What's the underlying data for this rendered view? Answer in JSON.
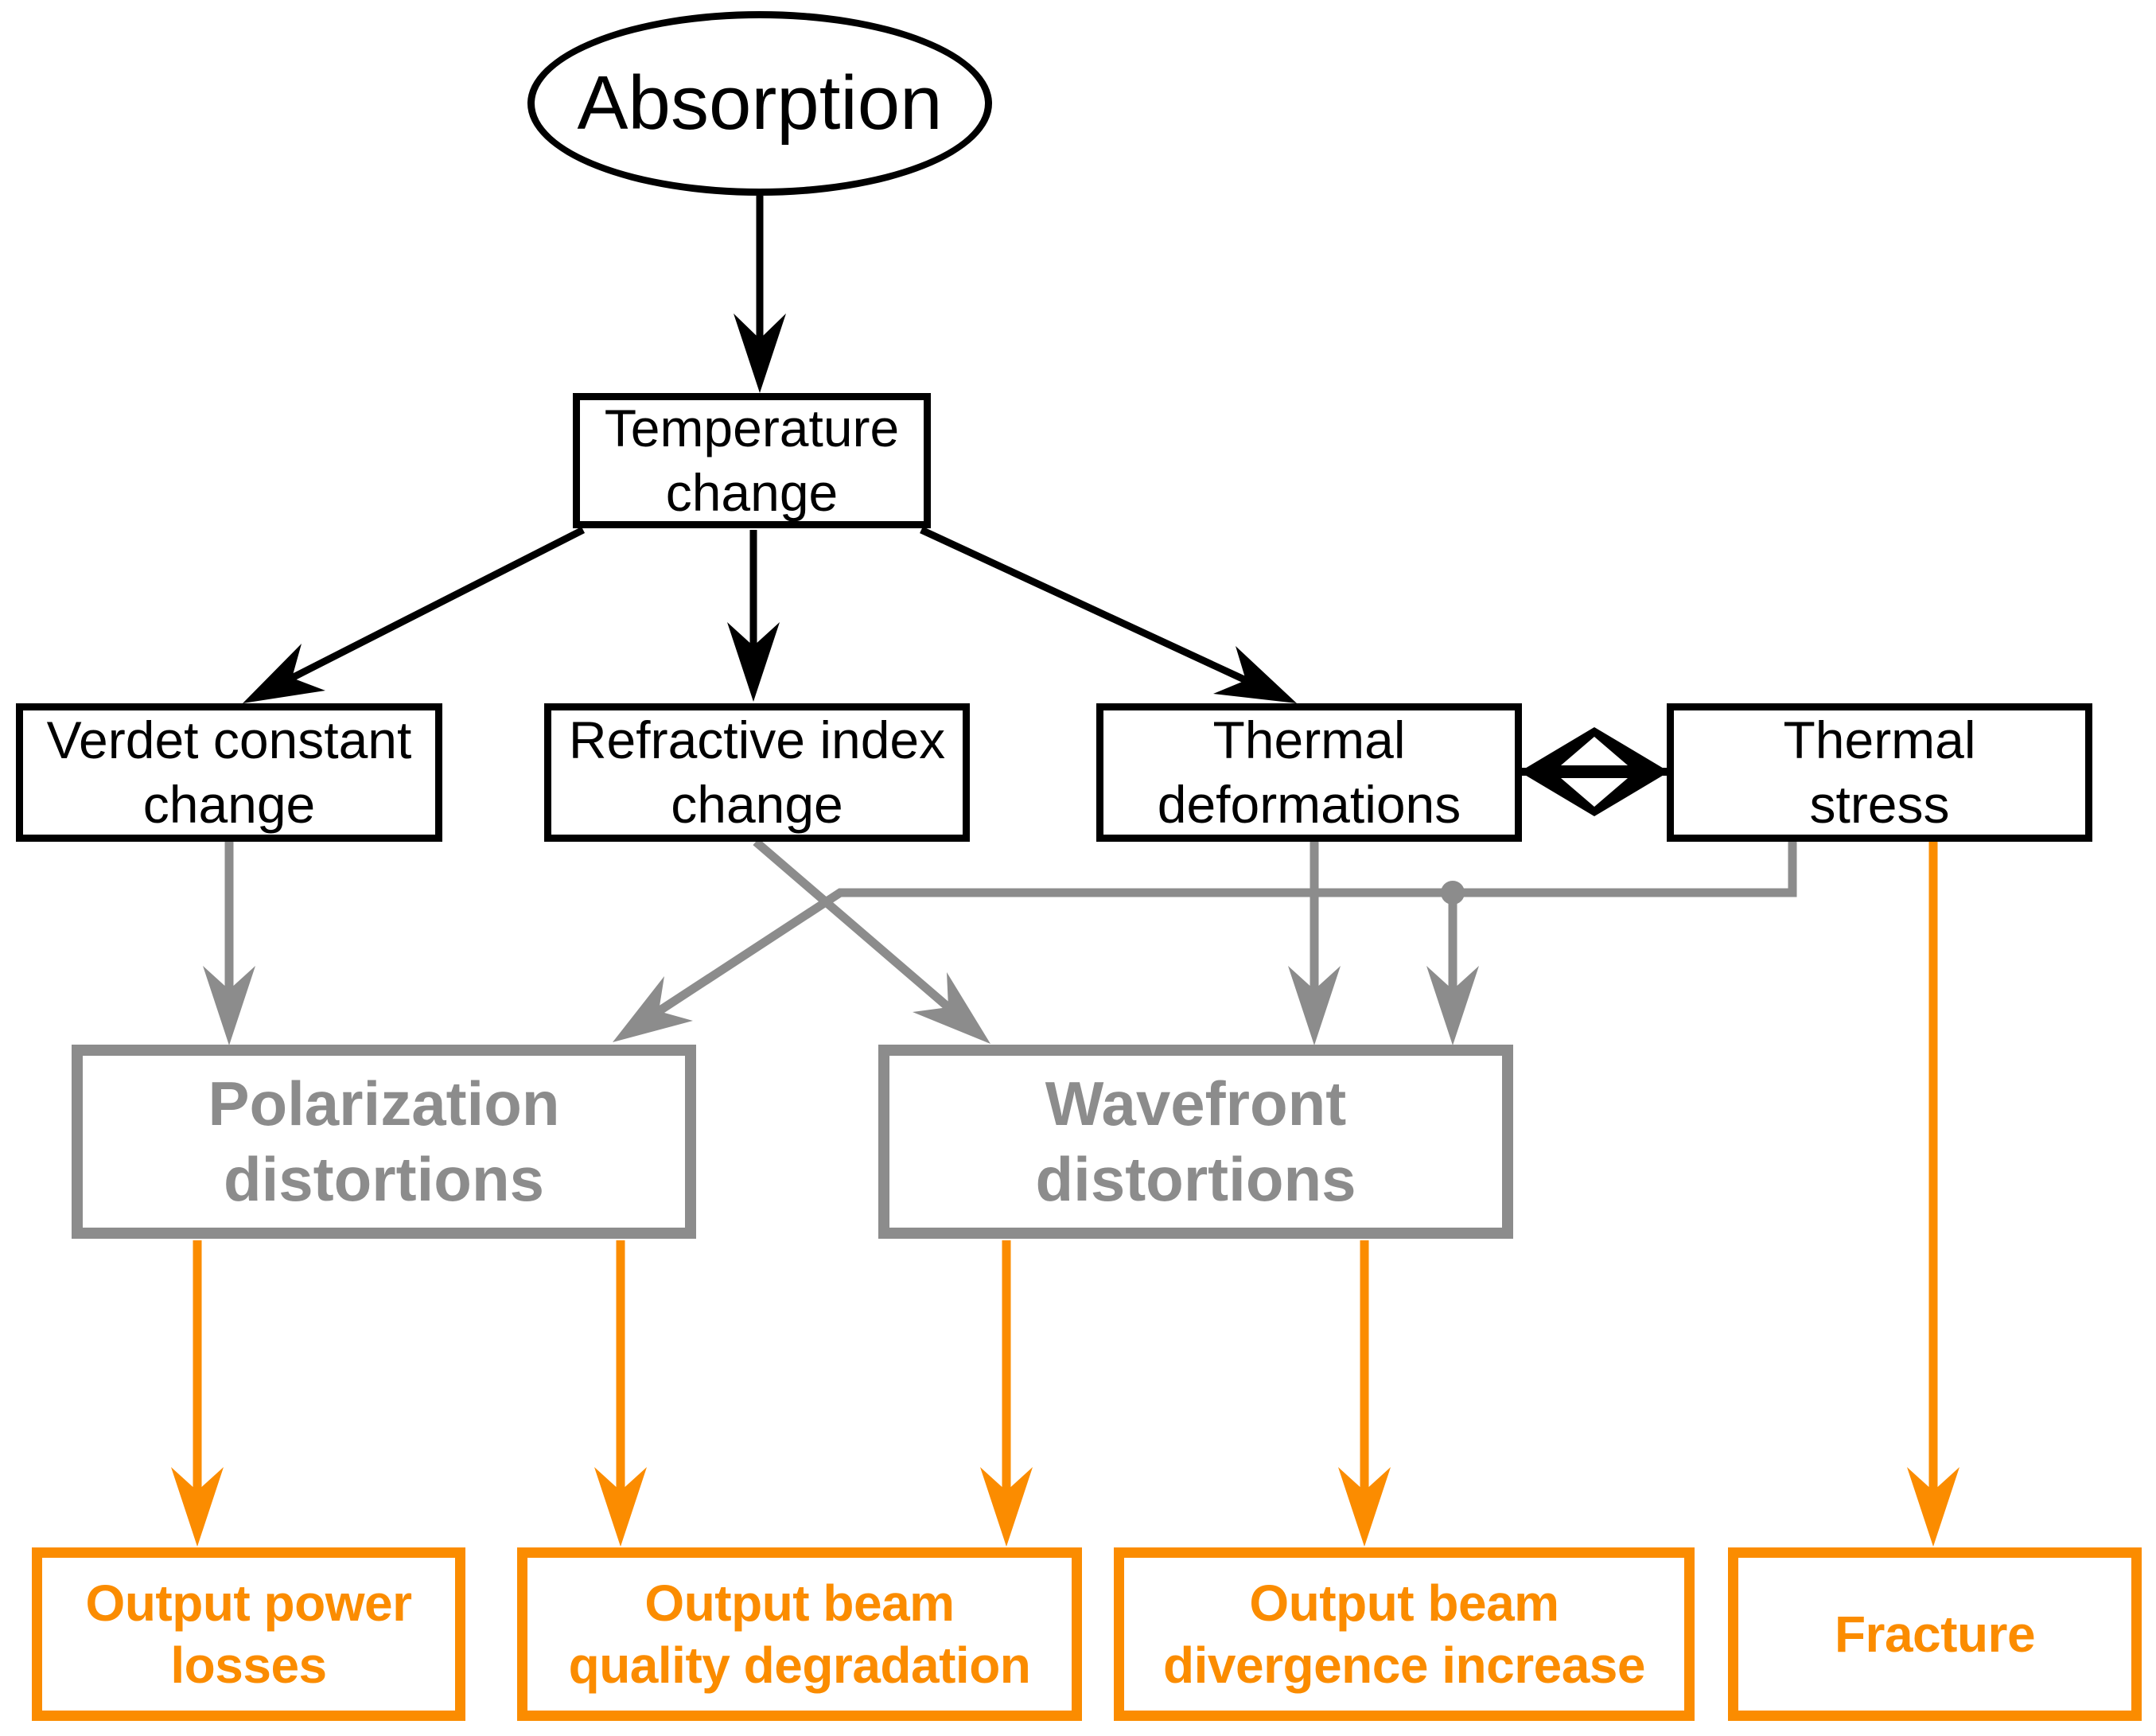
{
  "colors": {
    "node_stroke_black": "#000000",
    "distortion_gray": "#8c8c8c",
    "output_orange": "#fb8c00",
    "background": "#ffffff"
  },
  "nodes": {
    "absorption": {
      "label": "Absorption",
      "shape": "ellipse",
      "color": "black"
    },
    "temperature_change": {
      "label": "Temperature\nchange",
      "shape": "rect",
      "color": "black"
    },
    "verdet_constant_change": {
      "label": "Verdet constant\nchange",
      "shape": "rect",
      "color": "black"
    },
    "refractive_index_change": {
      "label": "Refractive index\nchange",
      "shape": "rect",
      "color": "black"
    },
    "thermal_deformations": {
      "label": "Thermal\ndeformations",
      "shape": "rect",
      "color": "black"
    },
    "thermal_stress": {
      "label": "Thermal\nstress",
      "shape": "rect",
      "color": "black"
    },
    "polarization_distortions": {
      "label": "Polarization\ndistortions",
      "shape": "rect",
      "color": "gray"
    },
    "wavefront_distortions": {
      "label": "Wavefront\ndistortions",
      "shape": "rect",
      "color": "gray"
    },
    "output_power_losses": {
      "label": "Output power\nlosses",
      "shape": "rect",
      "color": "orange"
    },
    "output_beam_quality_degradation": {
      "label": "Output beam\nquality degradation",
      "shape": "rect",
      "color": "orange"
    },
    "output_beam_divergence_increase": {
      "label": "Output beam\ndivergence increase",
      "shape": "rect",
      "color": "orange"
    },
    "fracture": {
      "label": "Fracture",
      "shape": "rect",
      "color": "orange"
    }
  },
  "edges": [
    {
      "from": "Absorption",
      "to": "Temperature change",
      "style": "black-arrow"
    },
    {
      "from": "Temperature change",
      "to": "Verdet constant change",
      "style": "black-arrow"
    },
    {
      "from": "Temperature change",
      "to": "Refractive index change",
      "style": "black-arrow"
    },
    {
      "from": "Temperature change",
      "to": "Thermal deformations",
      "style": "black-arrow"
    },
    {
      "from": "Thermal deformations",
      "to": "Thermal stress",
      "style": "black-double-arrow"
    },
    {
      "from": "Verdet constant change",
      "to": "Polarization distortions",
      "style": "gray-arrow"
    },
    {
      "from": "Refractive index change",
      "to": "Wavefront distortions",
      "style": "gray-arrow"
    },
    {
      "from": "Thermal stress",
      "to": "Polarization distortions",
      "style": "gray-arrow"
    },
    {
      "from": "Thermal stress",
      "to": "Wavefront distortions",
      "style": "gray-arrow"
    },
    {
      "from": "Thermal deformations",
      "to": "Wavefront distortions",
      "style": "gray-arrow"
    },
    {
      "from": "Polarization distortions",
      "to": "Output power losses",
      "style": "orange-arrow"
    },
    {
      "from": "Polarization distortions",
      "to": "Output beam quality degradation",
      "style": "orange-arrow"
    },
    {
      "from": "Wavefront distortions",
      "to": "Output beam quality degradation",
      "style": "orange-arrow"
    },
    {
      "from": "Wavefront distortions",
      "to": "Output beam divergence increase",
      "style": "orange-arrow"
    },
    {
      "from": "Thermal stress",
      "to": "Fracture",
      "style": "orange-arrow"
    }
  ]
}
